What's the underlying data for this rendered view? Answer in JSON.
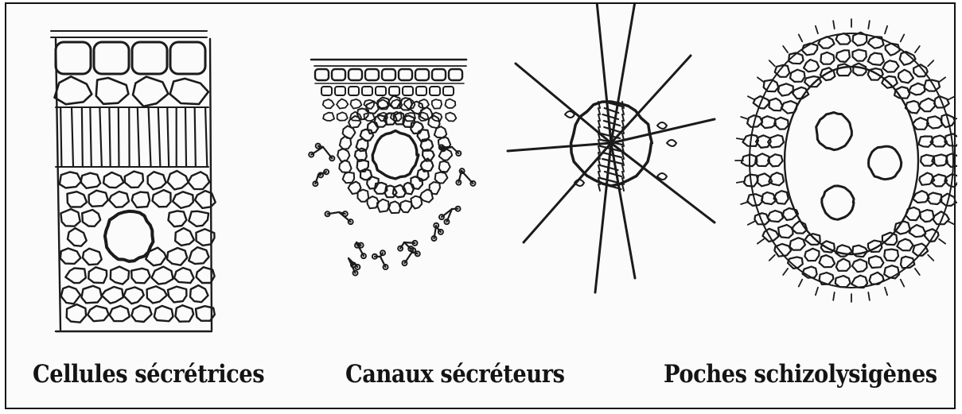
{
  "figure": {
    "panels": [
      {
        "key": "cellules",
        "label": "Cellules sécrétrices"
      },
      {
        "key": "canaux",
        "label": "Canaux sécréteurs"
      },
      {
        "key": "poches",
        "label": "Poches schizolysigènes"
      }
    ],
    "colors": {
      "ink": "#1b1b1b",
      "background": "#fbfbfb",
      "border": "#111111"
    }
  }
}
